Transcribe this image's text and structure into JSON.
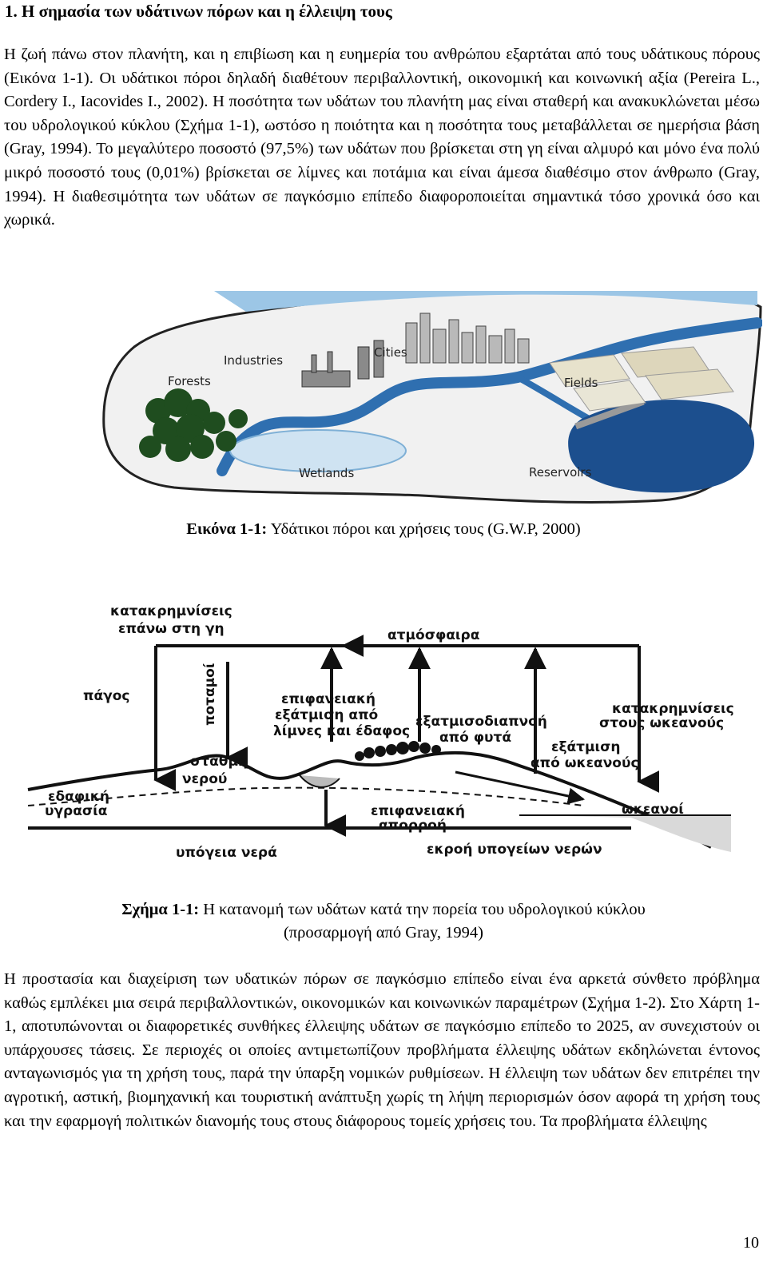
{
  "heading": "1.  Η σημασία των υδάτινων πόρων και η έλλειψη τους",
  "paragraph1": "Η ζωή πάνω στον πλανήτη, και η επιβίωση και η ευημερία του ανθρώπου εξαρτάται από τους υδάτικους πόρους (Εικόνα 1-1). Οι υδάτικοι πόροι δηλαδή διαθέτουν περιβαλλοντική, οικονομική και κοινωνική αξία (Pereira L., Cordery I., Iacovides I., 2002). Η ποσότητα των υδάτων του πλανήτη μας είναι σταθερή και ανακυκλώνεται μέσω του υδρολογικού κύκλου (Σχήμα 1-1), ωστόσο η ποιότητα και η ποσότητα τους μεταβάλλεται σε ημερήσια βάση (Gray, 1994). Το μεγαλύτερο ποσοστό (97,5%) των υδάτων που βρίσκεται στη γη είναι αλμυρό και μόνο ένα πολύ μικρό ποσοστό τους (0,01%) βρίσκεται σε λίμνες και ποτάμια και είναι άμεσα διαθέσιμο στον άνθρωπο (Gray, 1994). Η διαθεσιμότητα των υδάτων σε παγκόσμιο επίπεδο διαφοροποιείται σημαντικά τόσο χρονικά όσο και χωρικά.",
  "figure1": {
    "labels": {
      "industries": "Industries",
      "cities": "Cities",
      "forests": "Forests",
      "fields": "Fields",
      "wetlands": "Wetlands",
      "reservoirs": "Reservoirs"
    },
    "caption_bold": "Εικόνα 1-1:",
    "caption_text": " Υδάτικοι πόροι και χρήσεις τους (G.W.P, 2000)"
  },
  "figure2": {
    "labels": {
      "precip_land_1": "κατακρημνίσεις",
      "precip_land_2": "επάνω στη γη",
      "atmosphere": "ατμόσφαιρα",
      "ice": "πάγος",
      "rivers": "ποταμοί",
      "surface_evap_1": "επιφανειακή",
      "surface_evap_2": "εξάτμιση από",
      "surface_evap_3": "λίμνες και έδαφος",
      "transpiration_1": "εξατμισοδιαπνοή",
      "transpiration_2": "από φυτά",
      "precip_ocean_1": "κατακρημνίσεις",
      "precip_ocean_2": "στους ωκεανούς",
      "ocean_evap_1": "εξάτμιση",
      "ocean_evap_2": "από ωκεανούς",
      "water_table_1": "στάθμη",
      "water_table_2": "νερού",
      "soil_moisture_1": "εδαφική",
      "soil_moisture_2": "υγρασία",
      "runoff_1": "επιφανειακή",
      "runoff_2": "απορροή",
      "oceans": "ωκεανοί",
      "groundwater": "υπόγεια νερά",
      "groundwater_outflow": "εκροή υπογείων νερών"
    },
    "caption_bold": "Σχήμα 1-1:",
    "caption_text": " Η κατανομή των υδάτων κατά την πορεία του υδρολογικού κύκλου",
    "caption_line2": "(προσαρμογή από Gray, 1994)"
  },
  "paragraph2": "Η προστασία και διαχείριση των υδατικών πόρων σε παγκόσμιο επίπεδο είναι ένα αρκετά σύνθετο πρόβλημα καθώς εμπλέκει μια σειρά περιβαλλοντικών, οικονομικών και κοινωνικών παραμέτρων (Σχήμα 1-2). Στο Χάρτη 1-1, αποτυπώνονται οι διαφορετικές συνθήκες έλλειψης υδάτων σε παγκόσμιο επίπεδο το 2025, αν συνεχιστούν οι υπάρχουσες τάσεις. Σε περιοχές οι οποίες αντιμετωπίζουν προβλήματα έλλειψης υδάτων εκδηλώνεται έντονος ανταγωνισμός για τη χρήση τους, παρά την ύπαρξη νομικών ρυθμίσεων. Η έλλειψη των υδάτων δεν επιτρέπει την αγροτική, αστική, βιομηχανική και τουριστική ανάπτυξη χωρίς τη λήψη περιορισμών όσον αφορά τη χρήση τους και την εφαρμογή πολιτικών διανομής τους στους διάφορους τομείς χρήσεις του.  Τα προβλήματα έλλειψης",
  "page_number": "10"
}
